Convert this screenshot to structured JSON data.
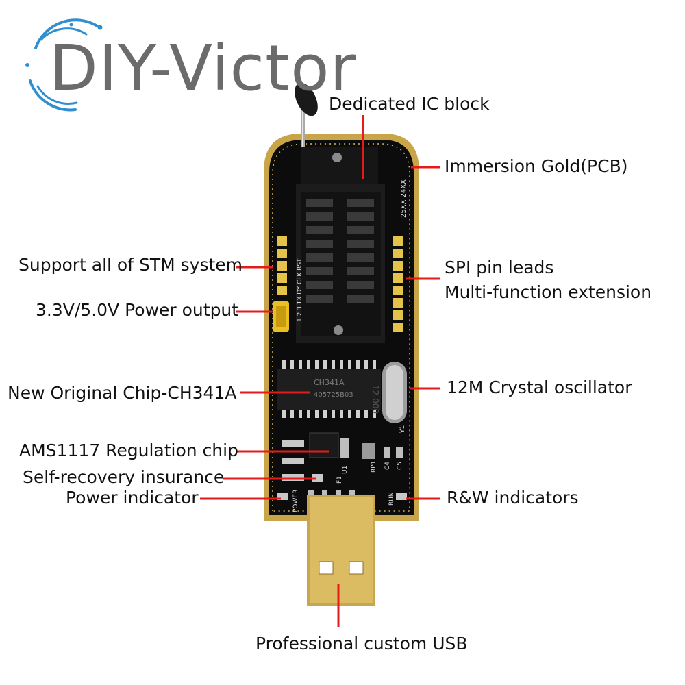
{
  "brand": {
    "text": "DIY-Victor",
    "accent_color": "#2f8fd0",
    "text_color": "#6b6b6b"
  },
  "callout_color": "#e31b1b",
  "labels": {
    "ic_block": "Dedicated IC block",
    "gold_pcb": "Immersion Gold(PCB)",
    "stm": "Support all of STM system",
    "power_out": "3.3V/5.0V Power output",
    "spi_1": "SPI pin leads",
    "spi_2": "Multi-function extension",
    "ch341": "New Original Chip-CH341A",
    "crystal": "12M Crystal oscillator",
    "ams": "AMS1117 Regulation chip",
    "fuse": "Self-recovery insurance",
    "power_led": "Power indicator",
    "rw": "R&W indicators",
    "usb": "Professional custom USB"
  },
  "board_text": {
    "chip": "CH341A",
    "chip_code": "405725B03",
    "crystal": "12.000",
    "socket_marks": "25XX 24XX",
    "pins": "1 2 3 TX DY CLK RST",
    "rp": "RP1",
    "u1": "U1",
    "f1": "F1",
    "c4": "C4",
    "c5": "C5",
    "y1": "Y1",
    "power": "POWER",
    "run": "RUN"
  }
}
